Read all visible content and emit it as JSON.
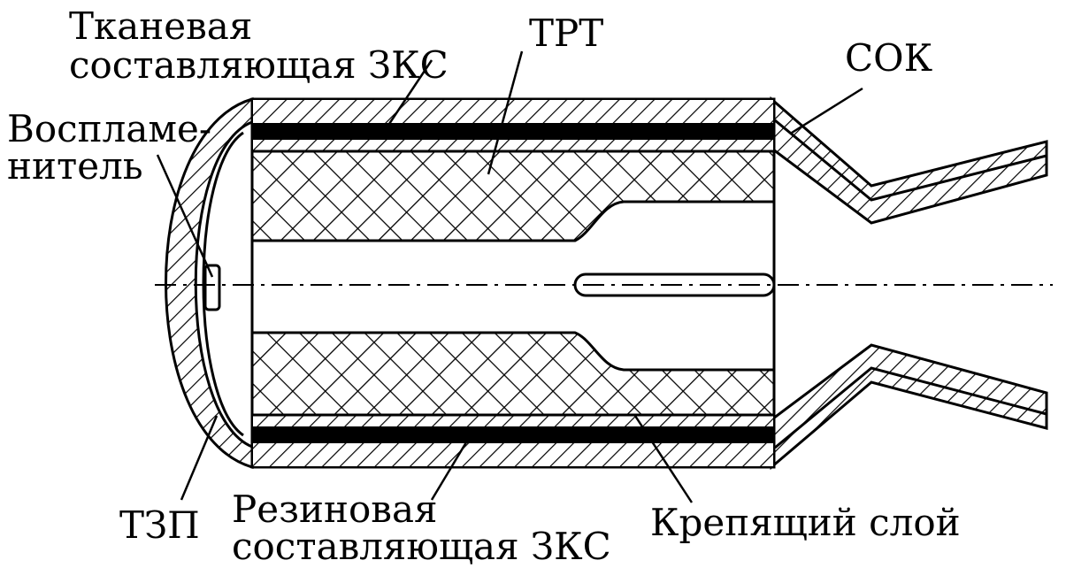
{
  "labels": {
    "tissue_zks_line1": "Тканевая",
    "tissue_zks_line2": "составляющая ЗКС",
    "trt": "ТРТ",
    "sok": "СОК",
    "igniter_line1": "Воспламе-",
    "igniter_line2": "нитель",
    "tzp": "ТЗП",
    "rubber_zks_line1": "Резиновая",
    "rubber_zks_line2": "составляющая ЗКС",
    "bonding_layer": "Крепящий слой"
  }
}
